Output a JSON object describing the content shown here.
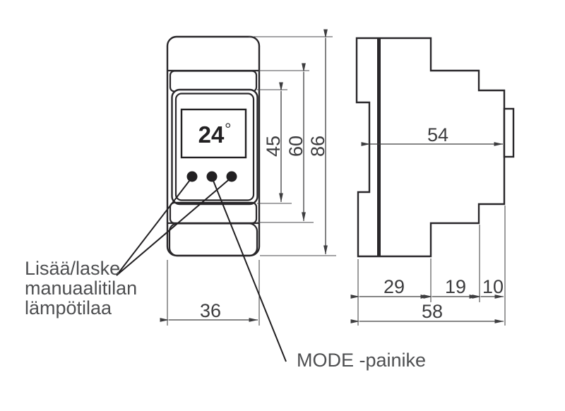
{
  "front_view": {
    "display_value": "24",
    "display_unit_degree": "°",
    "dims": {
      "faceplate_height": "45",
      "body_height": "60",
      "total_height": "86",
      "width": "36"
    }
  },
  "side_view": {
    "dims": {
      "body_depth": "54",
      "front_section": "29",
      "mid_section": "19",
      "rear_section": "10",
      "total_depth": "58"
    }
  },
  "annotations": {
    "temp_label_line1": "Lisää/laske",
    "temp_label_line2": "manuaalitilan",
    "temp_label_line3": "lämpötilaa",
    "mode_label": "MODE -painike"
  },
  "colors": {
    "outline": "#29272a",
    "dimension_lines": "#3d3d3f",
    "annotation_text": "#4e4f51",
    "button_fill": "#222022",
    "background": "#ffffff"
  }
}
